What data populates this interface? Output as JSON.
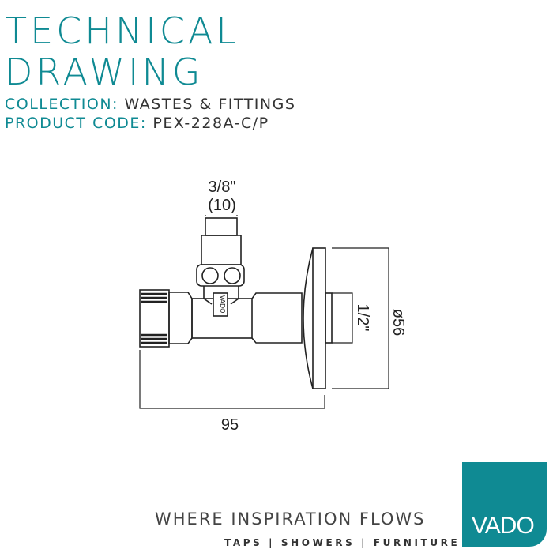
{
  "header": {
    "title_line1": "TECHNICAL",
    "title_line2": "DRAWING",
    "collection_label": "COLLECTION:",
    "collection_value": "WASTES & FITTINGS",
    "code_label": "PRODUCT CODE:",
    "code_value": "PEX-228A-C/P"
  },
  "drawing": {
    "outlet_size": "3/8\"",
    "outlet_mm": "(10)",
    "length": "95",
    "inlet_size": "1/2\"",
    "flange_diameter": "ø56",
    "body_mark": "VADO"
  },
  "footer": {
    "tagline": "WHERE INSPIRATION FLOWS",
    "categories": "TAPS | SHOWERS | FURNITURE",
    "logo_text": "VADO",
    "brand_color": "#0f8a93"
  }
}
